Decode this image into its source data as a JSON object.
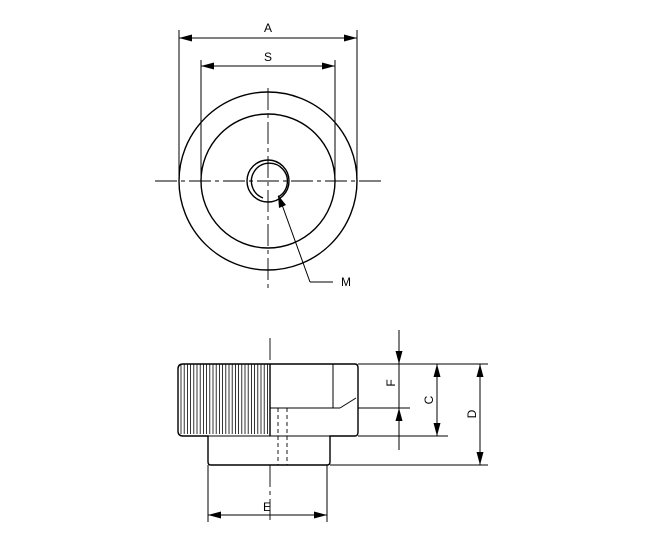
{
  "labels": {
    "A": "A",
    "S": "S",
    "M": "M",
    "F": "F",
    "C": "C",
    "D": "D",
    "E": "E"
  }
}
